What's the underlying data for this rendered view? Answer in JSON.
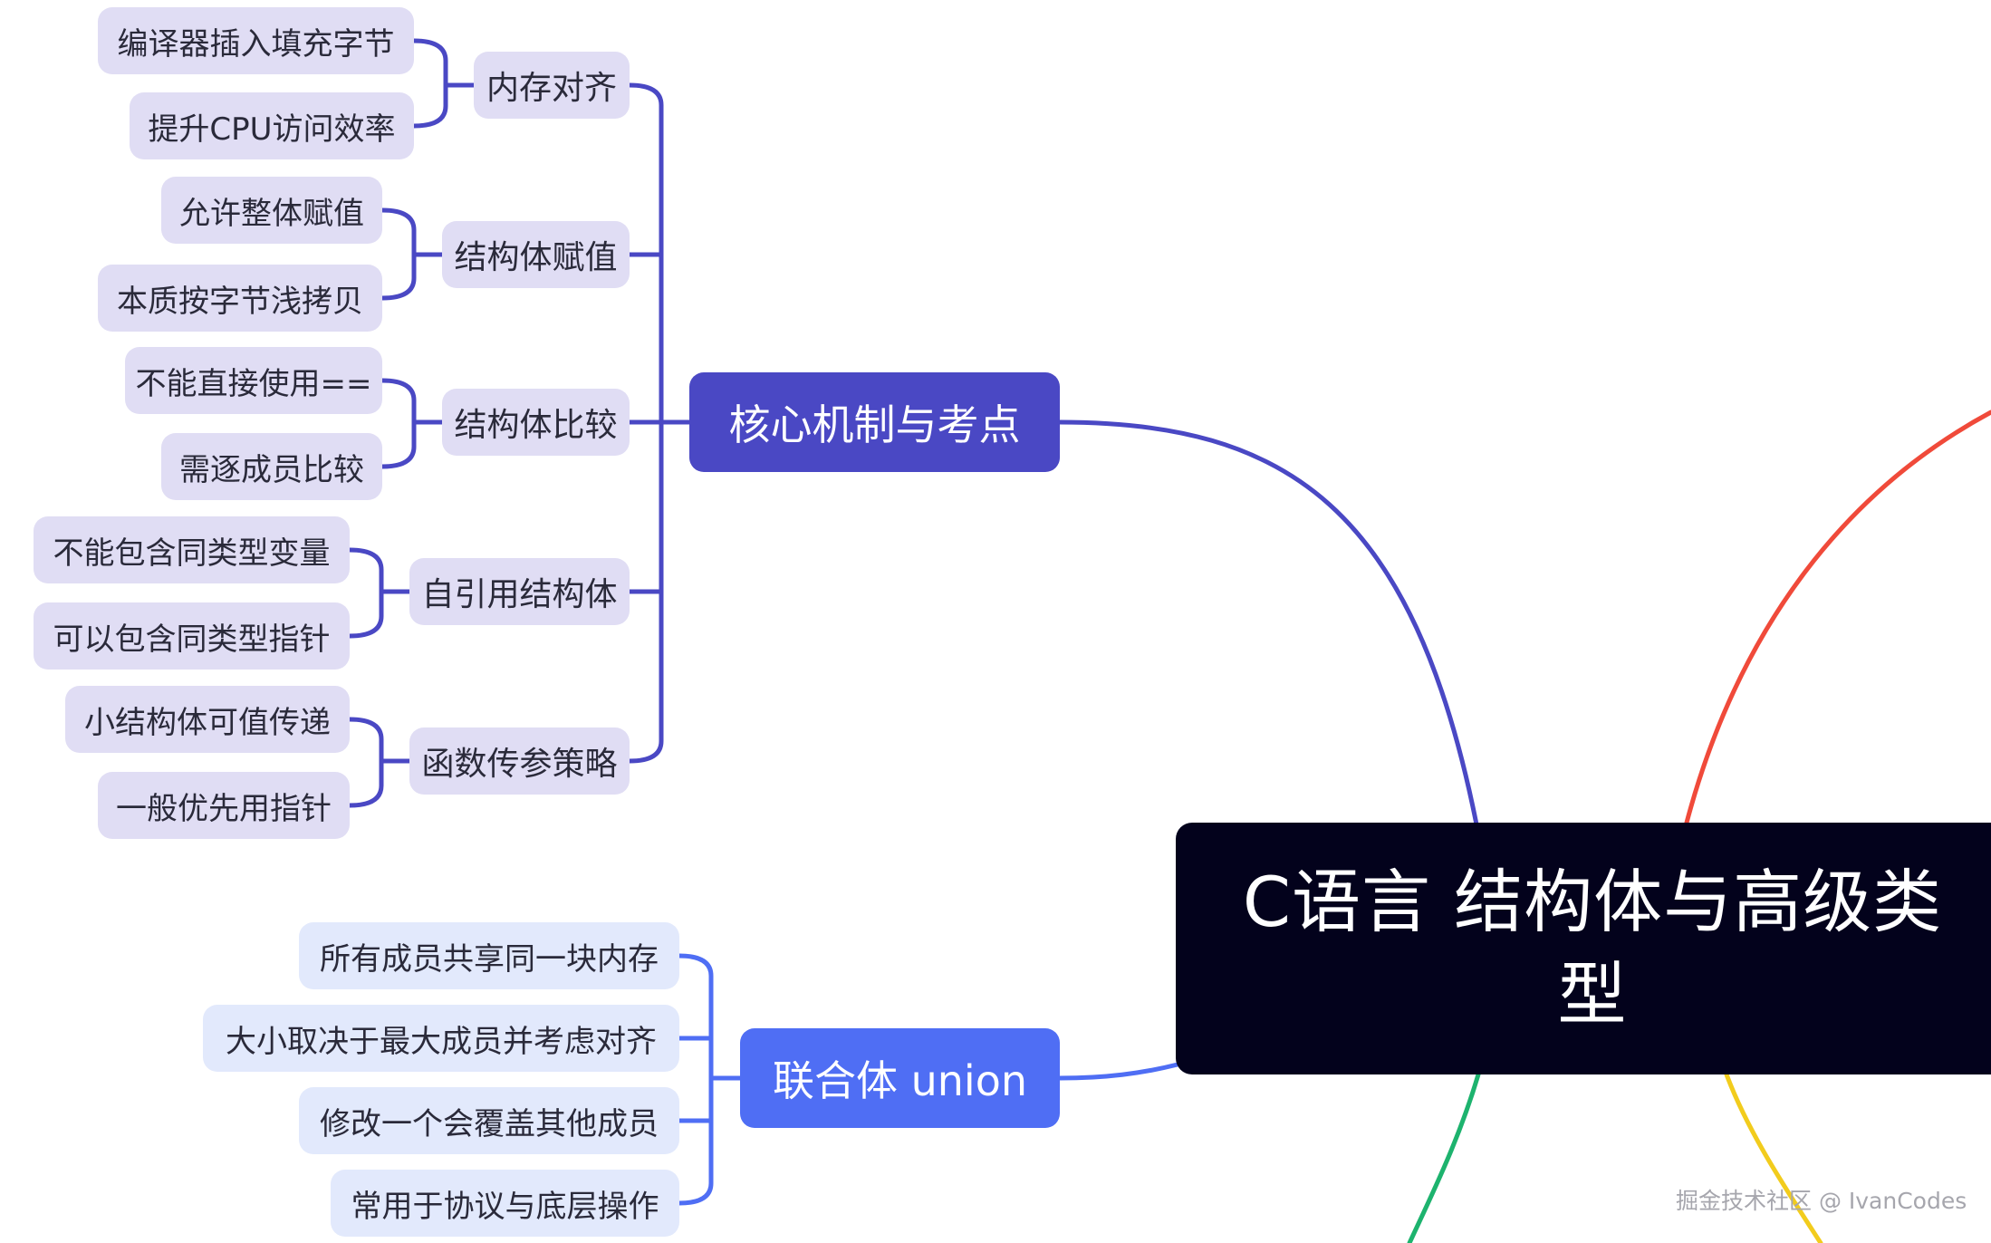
{
  "root": {
    "title": "C语言 结构体与高级类型"
  },
  "branches": {
    "core": {
      "label": "核心机制与考点",
      "subtopics": [
        {
          "label": "内存对齐",
          "leaves": [
            "编译器插入填充字节",
            "提升CPU访问效率"
          ]
        },
        {
          "label": "结构体赋值",
          "leaves": [
            "允许整体赋值",
            "本质按字节浅拷贝"
          ]
        },
        {
          "label": "结构体比较",
          "leaves": [
            "不能直接使用==",
            "需逐成员比较"
          ]
        },
        {
          "label": "自引用结构体",
          "leaves": [
            "不能包含同类型变量",
            "可以包含同类型指针"
          ]
        },
        {
          "label": "函数传参策略",
          "leaves": [
            "小结构体可值传递",
            "一般优先用指针"
          ]
        }
      ]
    },
    "union": {
      "label": "联合体 union",
      "leaves": [
        "所有成员共享同一块内存",
        "大小取决于最大成员并考虑对齐",
        "修改一个会覆盖其他成员",
        "常用于协议与底层操作"
      ]
    }
  },
  "colors": {
    "core_branch": "#4a48c4",
    "union_branch": "#4f6ef4",
    "root": "#03021c",
    "offscreen_red": "#f04a3a",
    "offscreen_green": "#1db36e",
    "offscreen_yellow": "#f2cc1d"
  },
  "watermark": "掘金技术社区 @ IvanCodes"
}
